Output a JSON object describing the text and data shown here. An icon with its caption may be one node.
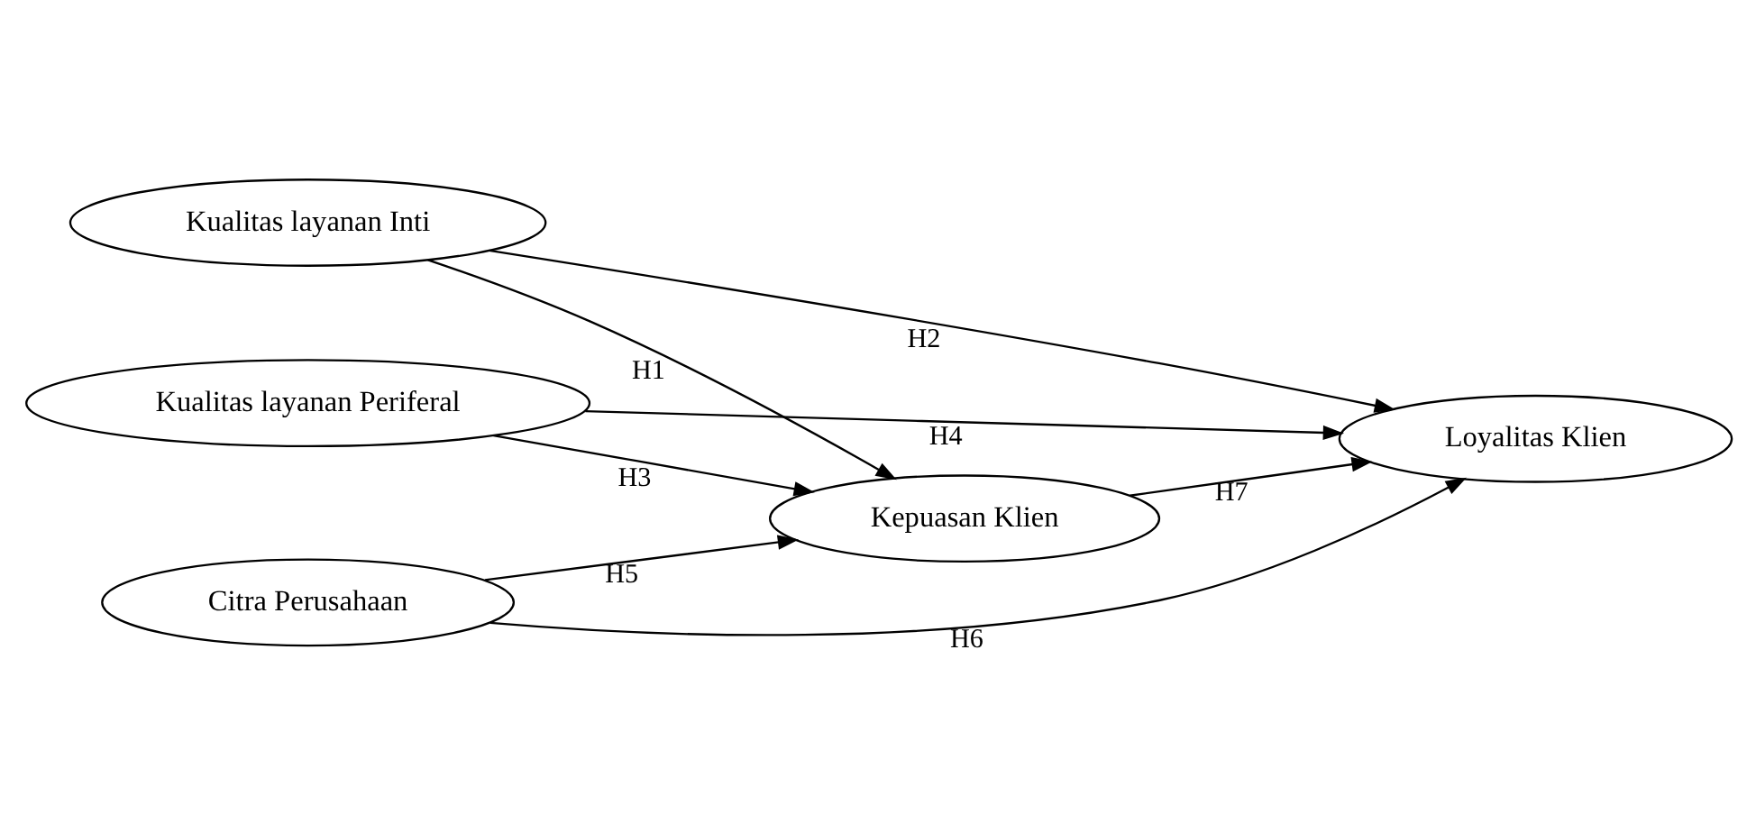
{
  "diagram": {
    "nodes": [
      {
        "text": [
          "Kualitas layanan Inti"
        ]
      },
      {
        "text": [
          "Kualitas layanan Periferal"
        ]
      },
      {
        "text": [
          "Citra Perusahaan"
        ]
      },
      {
        "text": [
          "Kepuasan Klien"
        ]
      },
      {
        "text": [
          "Loyalitas Klien"
        ]
      }
    ],
    "edges": [
      {
        "from": 0,
        "to": 3,
        "arrow": "to",
        "label": "H1"
      },
      {
        "from": 0,
        "to": 4,
        "arrow": "to",
        "label": "H2"
      },
      {
        "from": 1,
        "to": 3,
        "arrow": "to",
        "label": "H3"
      },
      {
        "from": 1,
        "to": 4,
        "arrow": "to",
        "label": "H4"
      },
      {
        "from": 2,
        "to": 3,
        "arrow": "to",
        "label": "H5"
      },
      {
        "from": 2,
        "to": 4,
        "arrow": "to",
        "label": "H6"
      },
      {
        "from": 3,
        "to": 4,
        "arrow": "to",
        "label": "H7"
      }
    ]
  }
}
